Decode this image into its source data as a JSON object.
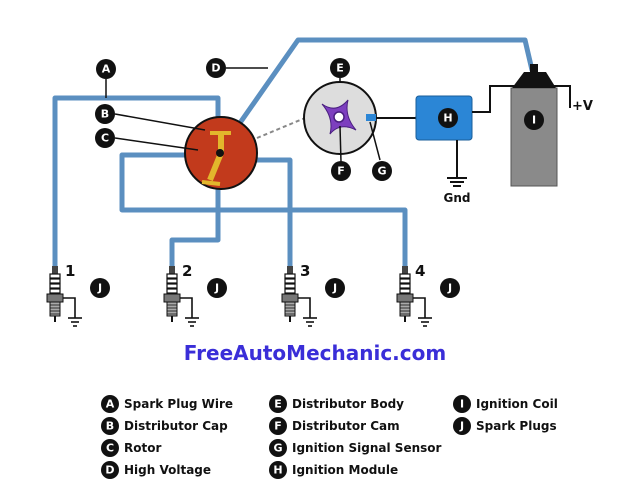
{
  "site_title": "FreeAutoMechanic.com",
  "plug_numbers": [
    "1",
    "2",
    "3",
    "4"
  ],
  "callouts": {
    "A": "A",
    "B": "B",
    "C": "C",
    "D": "D",
    "E": "E",
    "F": "F",
    "G": "G",
    "H": "H",
    "I": "I",
    "J": "J"
  },
  "supply_label": "+V",
  "ground_label": "Gnd",
  "legend": [
    {
      "letter": "A",
      "text": "Spark Plug Wire"
    },
    {
      "letter": "B",
      "text": "Distributor Cap"
    },
    {
      "letter": "C",
      "text": "Rotor"
    },
    {
      "letter": "D",
      "text": "High Voltage"
    },
    {
      "letter": "E",
      "text": "Distributor Body"
    },
    {
      "letter": "F",
      "text": "Distributor Cam"
    },
    {
      "letter": "G",
      "text": "Ignition Signal Sensor"
    },
    {
      "letter": "H",
      "text": "Ignition Module"
    },
    {
      "letter": "I",
      "text": "Ignition Coil"
    },
    {
      "letter": "J",
      "text": "Spark Plugs"
    }
  ],
  "colors": {
    "wire": "#5b8fc0",
    "cap": "#c23a1c",
    "rotor": "#e2b62c",
    "module": "#2b86d6",
    "coil": "#8a8a8a",
    "cam": "#7d3fbf",
    "title": "#3a2ed8"
  }
}
